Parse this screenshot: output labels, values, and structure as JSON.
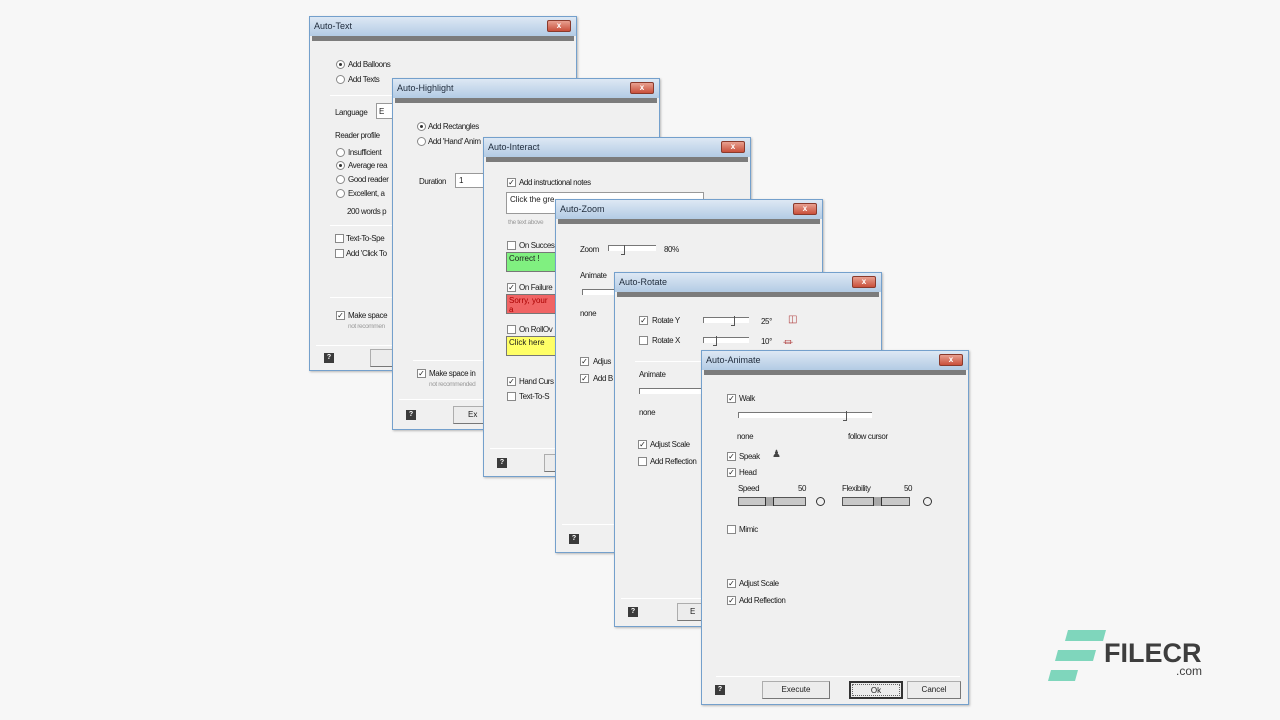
{
  "auto_text": {
    "title": "Auto-Text",
    "add_balloons": "Add Balloons",
    "add_texts": "Add Texts",
    "language": "Language",
    "language_value": "E",
    "reader_profile": "Reader profile",
    "profiles": [
      "Insufficient",
      "Average rea",
      "Good reader",
      "Excellent, a"
    ],
    "selected_profile": 1,
    "words": "200 words p",
    "text_to_speech": "Text-To-Spe",
    "add_click_to": "Add 'Click To",
    "make_space": "Make space",
    "not_recommended": "not recommen",
    "help": "?"
  },
  "auto_highlight": {
    "title": "Auto-Highlight",
    "add_rectangles": "Add Rectangles",
    "add_hand": "Add 'Hand' Anim",
    "duration": "Duration",
    "duration_value": "1",
    "make_space": "Make space in",
    "not_recommended": "not recommended",
    "execute": "Ex",
    "help": "?"
  },
  "auto_interact": {
    "title": "Auto-Interact",
    "add_notes": "Add instructional notes",
    "note_text": "Click the gre",
    "hint": "the text above",
    "on_success": "On Succes",
    "success_text": "Correct !",
    "on_failure": "On Failure",
    "failure_text": "Sorry, your a",
    "on_rollover": "On RollOv",
    "rollover_text": "Click here",
    "hand_cursor": "Hand Curs",
    "text_to_speech": "Text-To-S",
    "help": "?",
    "colors": {
      "success": "#80f080",
      "failure": "#f06464",
      "rollover": "#ffff66"
    }
  },
  "auto_zoom": {
    "title": "Auto-Zoom",
    "zoom": "Zoom",
    "zoom_value": "80%",
    "animate": "Animate",
    "none": "none",
    "adjust": "Adjus",
    "add_b": "Add B",
    "help": "?"
  },
  "auto_rotate": {
    "title": "Auto-Rotate",
    "rotate_y": "Rotate Y",
    "rotate_y_value": "25°",
    "rotate_x": "Rotate X",
    "rotate_x_value": "10°",
    "animate": "Animate",
    "none": "none",
    "adjust_scale": "Adjust Scale",
    "add_reflection": "Add Reflection",
    "execute": "E",
    "help": "?"
  },
  "auto_animate": {
    "title": "Auto-Animate",
    "walk": "Walk",
    "none": "none",
    "follow_cursor": "follow cursor",
    "speak": "Speak",
    "head": "Head",
    "speed": "Speed",
    "speed_value": "50",
    "flexibility": "Flexibility",
    "flexibility_value": "50",
    "mimic": "Mimic",
    "adjust_scale": "Adjust Scale",
    "add_reflection": "Add Reflection",
    "execute": "Execute",
    "ok": "Ok",
    "cancel": "Cancel",
    "help": "?"
  },
  "watermark": {
    "brand": "FILECR",
    "suffix": ".com",
    "color": "#7fd6bc"
  },
  "close_glyph": "x",
  "check_glyph": "✓"
}
